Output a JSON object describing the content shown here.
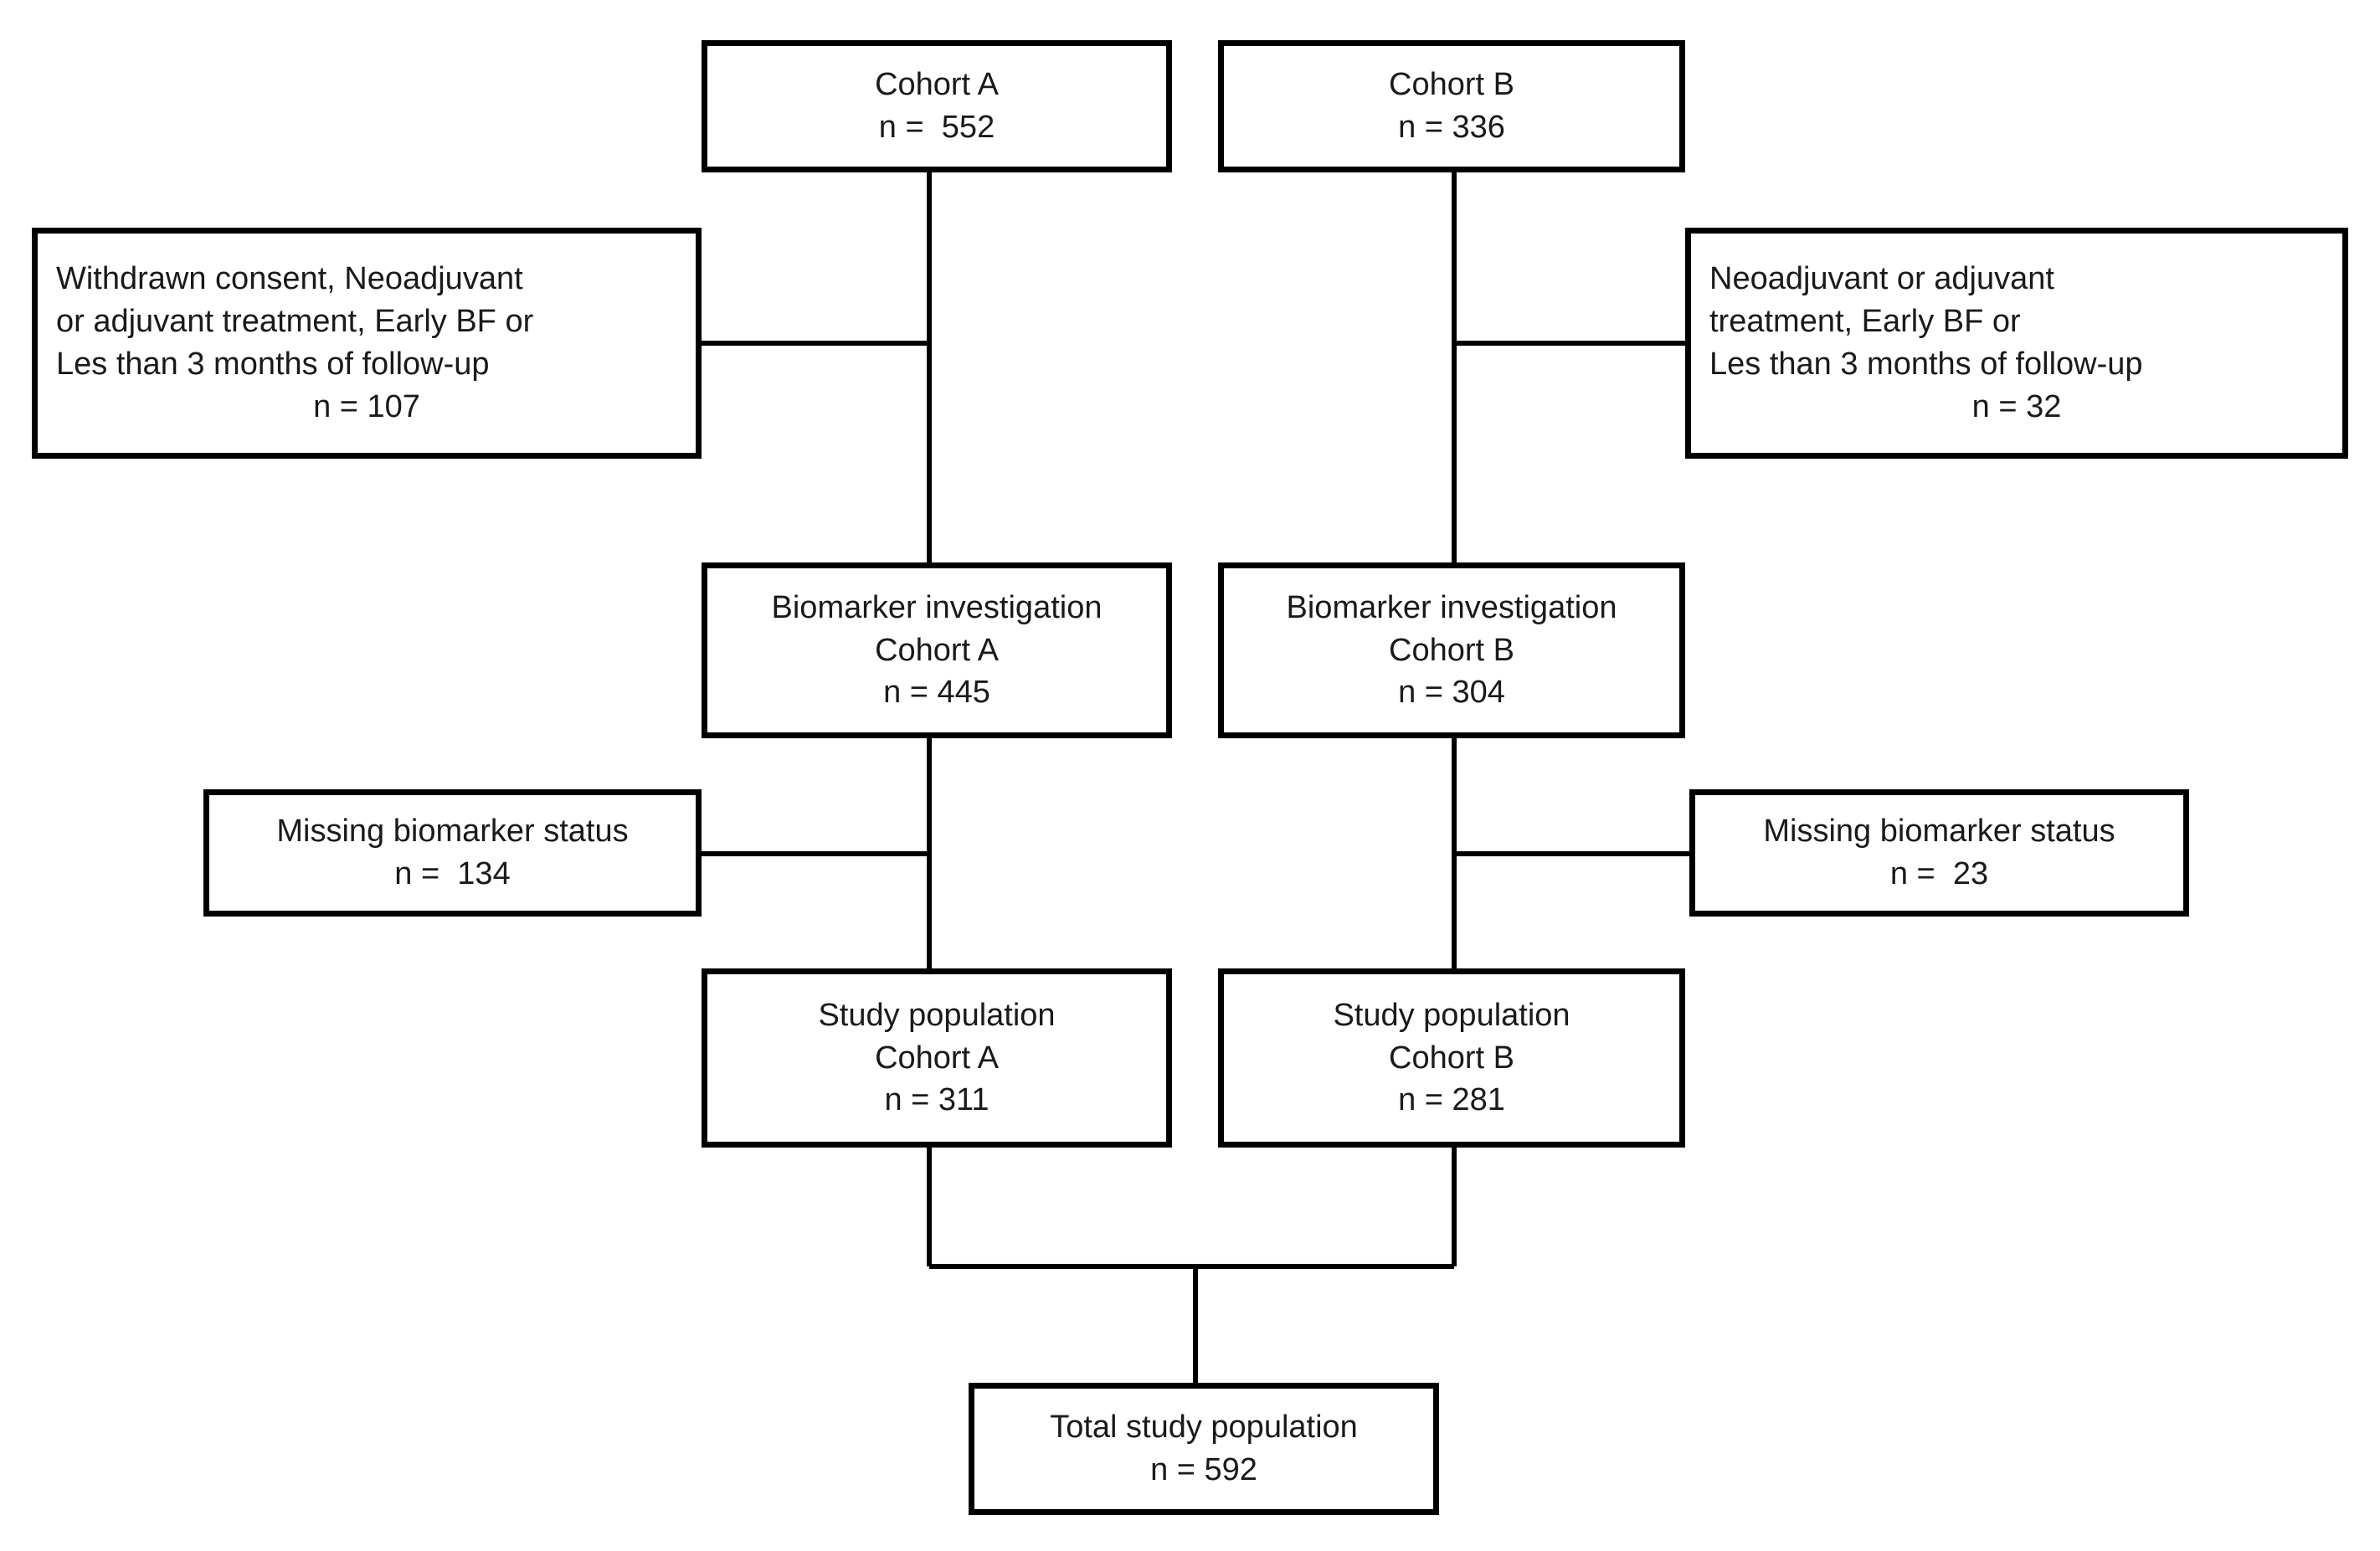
{
  "diagram": {
    "title": "Study flow diagram",
    "type": "flowchart",
    "stroke_color": "#000000",
    "background_color": "#ffffff",
    "text_color": "#1a1a1a"
  },
  "nodes": {
    "cohort_a": {
      "lines": [
        "Cohort A",
        "n =  552"
      ],
      "align": "center"
    },
    "cohort_b": {
      "lines": [
        "Cohort B",
        "n = 336"
      ],
      "align": "center"
    },
    "exclusion_a": {
      "lines": [
        "Withdrawn consent, Neoadjuvant",
        "or adjuvant treatment, Early BF or",
        "Les than 3 months of follow-up",
        "n = 107"
      ],
      "align": "left",
      "last_line_align": "center"
    },
    "exclusion_b": {
      "lines": [
        "Neoadjuvant or adjuvant",
        "treatment, Early BF or",
        "Les than 3 months of follow-up",
        "n = 32"
      ],
      "align": "left",
      "last_line_align": "center"
    },
    "biomarker_a": {
      "lines": [
        "Biomarker investigation",
        "Cohort A",
        "n = 445"
      ],
      "align": "center"
    },
    "biomarker_b": {
      "lines": [
        "Biomarker investigation",
        "Cohort B",
        "n = 304"
      ],
      "align": "center"
    },
    "missing_a": {
      "lines": [
        "Missing biomarker status",
        "n =  134"
      ],
      "align": "center"
    },
    "missing_b": {
      "lines": [
        "Missing biomarker status",
        "n =  23"
      ],
      "align": "center"
    },
    "population_a": {
      "lines": [
        "Study population",
        "Cohort A",
        "n = 311"
      ],
      "align": "center"
    },
    "population_b": {
      "lines": [
        "Study population",
        "Cohort B",
        "n = 281"
      ],
      "align": "center"
    },
    "total": {
      "lines": [
        "Total study population",
        "n = 592"
      ],
      "align": "center"
    }
  },
  "chart_data": {
    "type": "flow",
    "title": "Study flow diagram",
    "stages": [
      {
        "id": "cohort_a",
        "label": "Cohort A",
        "n": 552,
        "column": "A"
      },
      {
        "id": "cohort_b",
        "label": "Cohort B",
        "n": 336,
        "column": "B"
      },
      {
        "id": "exclusion_a",
        "label": "Withdrawn consent, Neoadjuvant or adjuvant treatment, Early BF or Les than 3 months of follow-up",
        "n": 107,
        "column": "A",
        "kind": "exclusion"
      },
      {
        "id": "exclusion_b",
        "label": "Neoadjuvant or adjuvant treatment, Early BF or Les than 3 months of follow-up",
        "n": 32,
        "column": "B",
        "kind": "exclusion"
      },
      {
        "id": "biomarker_a",
        "label": "Biomarker investigation Cohort A",
        "n": 445,
        "column": "A"
      },
      {
        "id": "biomarker_b",
        "label": "Biomarker investigation Cohort B",
        "n": 304,
        "column": "B"
      },
      {
        "id": "missing_a",
        "label": "Missing biomarker status",
        "n": 134,
        "column": "A",
        "kind": "exclusion"
      },
      {
        "id": "missing_b",
        "label": "Missing biomarker status",
        "n": 23,
        "column": "B",
        "kind": "exclusion"
      },
      {
        "id": "population_a",
        "label": "Study population Cohort A",
        "n": 311,
        "column": "A"
      },
      {
        "id": "population_b",
        "label": "Study population Cohort B",
        "n": 281,
        "column": "B"
      },
      {
        "id": "total",
        "label": "Total study population",
        "n": 592,
        "column": "merged"
      }
    ],
    "edges": [
      {
        "from": "cohort_a",
        "to": "biomarker_a"
      },
      {
        "from": "cohort_a",
        "to": "exclusion_a"
      },
      {
        "from": "cohort_b",
        "to": "biomarker_b"
      },
      {
        "from": "cohort_b",
        "to": "exclusion_b"
      },
      {
        "from": "biomarker_a",
        "to": "population_a"
      },
      {
        "from": "biomarker_a",
        "to": "missing_a"
      },
      {
        "from": "biomarker_b",
        "to": "population_b"
      },
      {
        "from": "biomarker_b",
        "to": "missing_b"
      },
      {
        "from": "population_a",
        "to": "total"
      },
      {
        "from": "population_b",
        "to": "total"
      }
    ]
  }
}
